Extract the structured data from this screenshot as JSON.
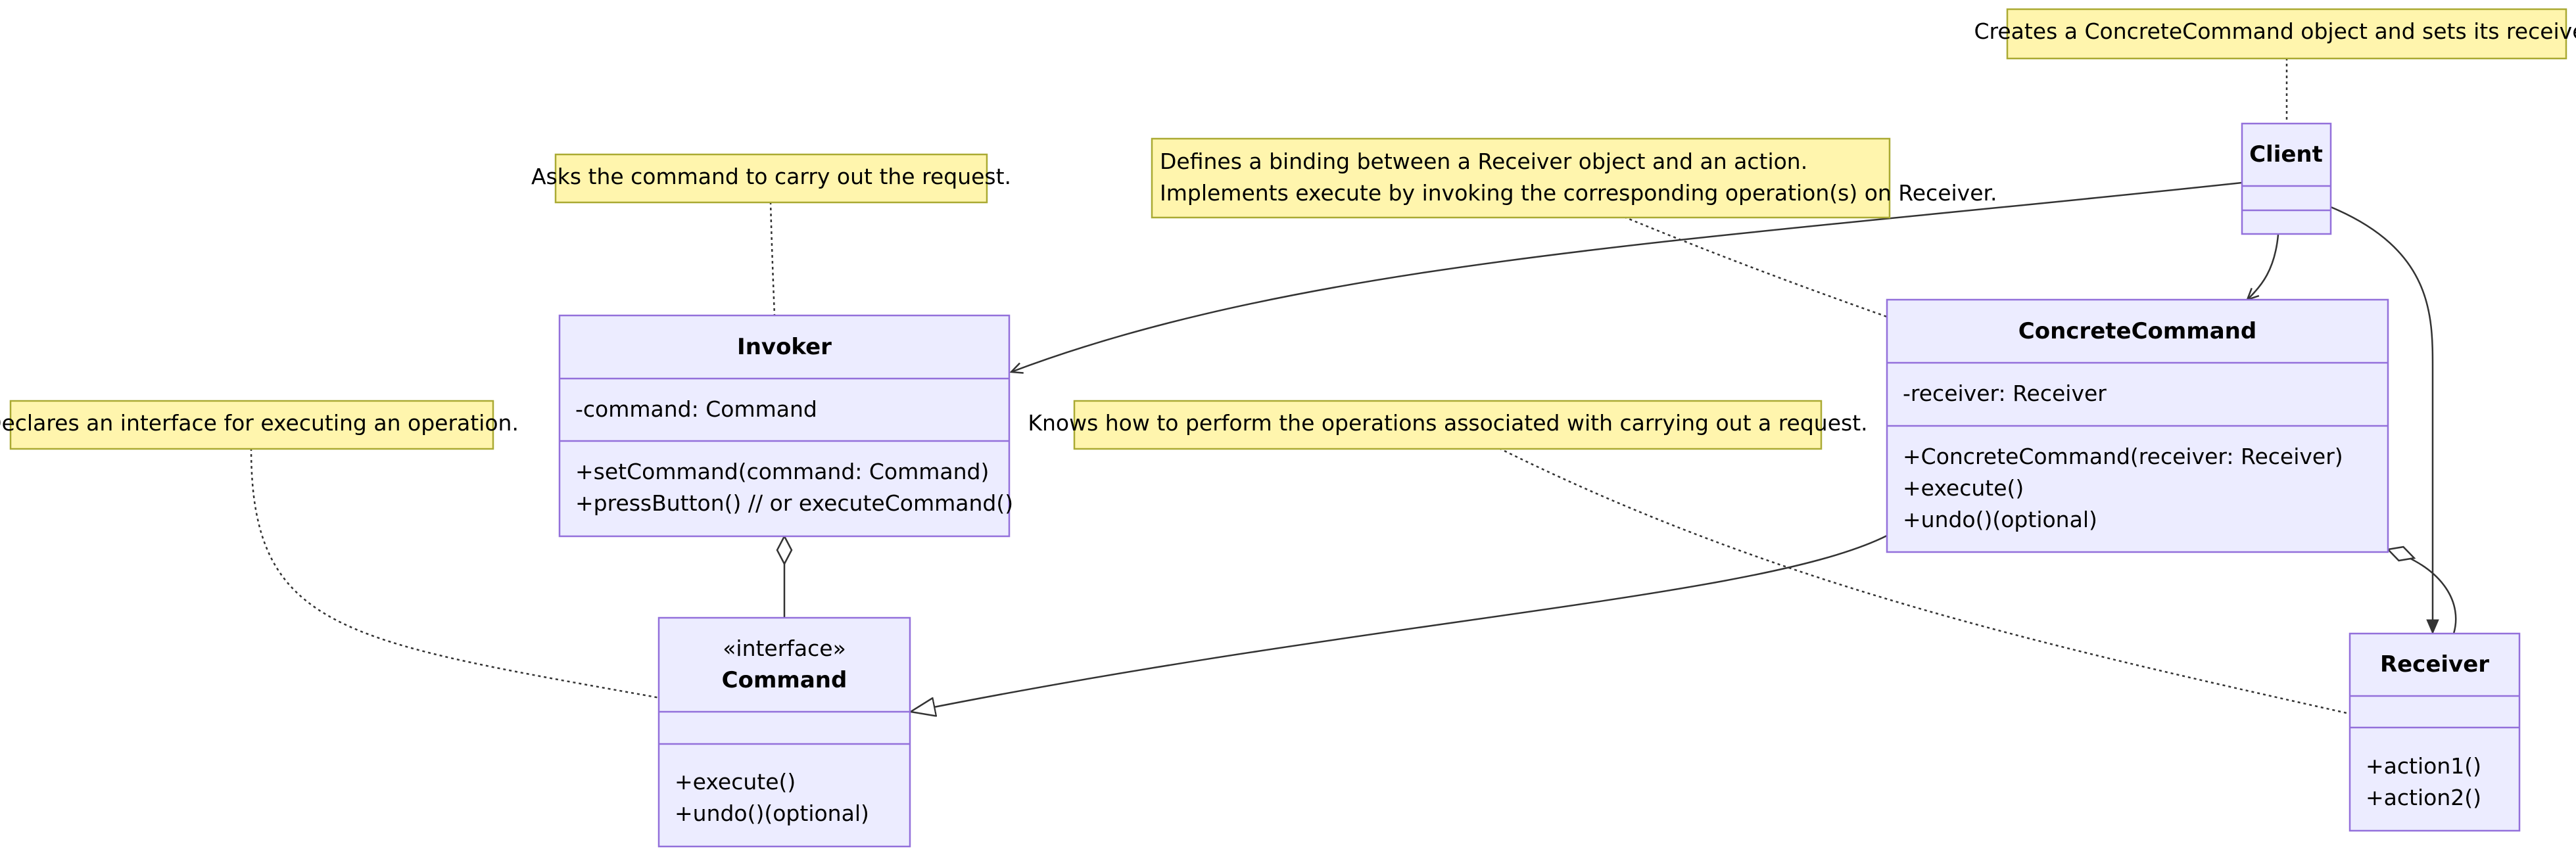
{
  "diagram": {
    "classes": {
      "client": {
        "name": "Client"
      },
      "invoker": {
        "name": "Invoker",
        "attributes": [
          "-command: Command"
        ],
        "methods": [
          "+setCommand(command: Command)",
          "+pressButton() // or executeCommand()"
        ]
      },
      "concrete_command": {
        "name": "ConcreteCommand",
        "attributes": [
          "-receiver: Receiver"
        ],
        "methods": [
          "+ConcreteCommand(receiver: Receiver)",
          "+execute()",
          "+undo()(optional)"
        ]
      },
      "command": {
        "stereotype": "«interface»",
        "name": "Command",
        "methods": [
          "+execute()",
          "+undo()(optional)"
        ]
      },
      "receiver": {
        "name": "Receiver",
        "methods": [
          "+action1()",
          "+action2()"
        ]
      }
    },
    "notes": {
      "client_note": "Creates a ConcreteCommand object and sets its receiver.",
      "invoker_note": "Asks the command to carry out the request.",
      "concrete_note": [
        "Defines a binding between a Receiver object and an action.",
        "Implements execute by invoking the corresponding operation(s) on Receiver."
      ],
      "command_note": "Declares an interface for executing an operation.",
      "receiver_note": "Knows how to perform the operations associated with carrying out a request."
    },
    "colors": {
      "class_fill": "#ECECFF",
      "class_border": "#9370DB",
      "note_fill": "#FFF5AD",
      "note_border": "#AAAA33",
      "line": "#333333"
    }
  }
}
